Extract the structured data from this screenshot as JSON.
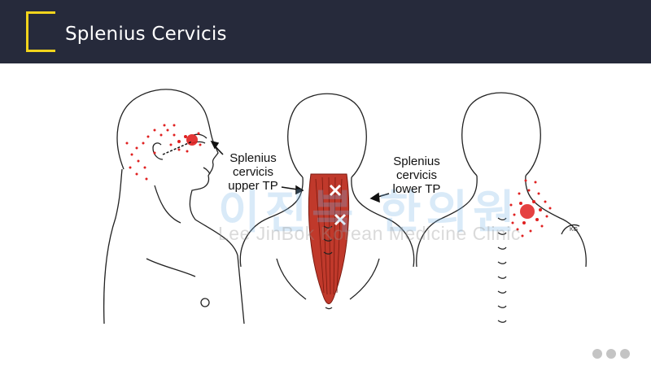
{
  "header": {
    "title": "Splenius Cervicis"
  },
  "labels": {
    "upper_tp": [
      "Splenius",
      "cervicis",
      "upper TP"
    ],
    "lower_tp": [
      "Splenius",
      "cervicis",
      "lower TP"
    ],
    "side_mark": "KG"
  },
  "watermark": {
    "korean": "이진복 한의원",
    "english": "Lee JinBok Korean Medicine Clinic"
  },
  "colors": {
    "header_bg": "#262a3b",
    "accent": "#f2d41c",
    "muscle": "#c0392b",
    "referred_pain": "#e02020"
  }
}
